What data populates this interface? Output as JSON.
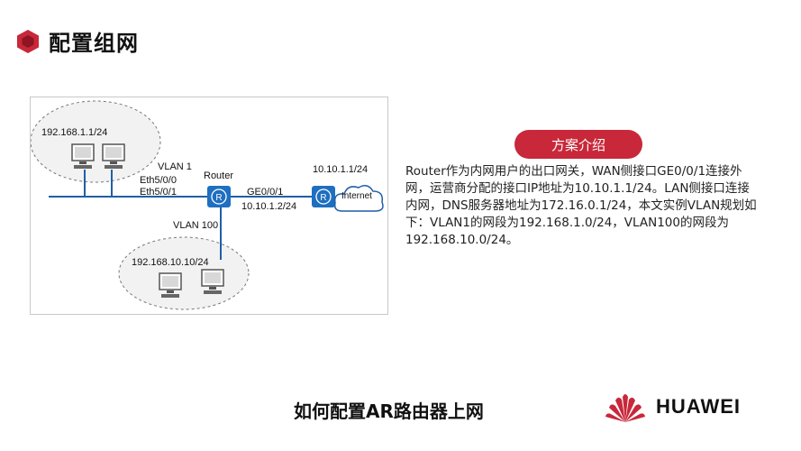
{
  "header": {
    "title": "配置组网"
  },
  "diagram": {
    "lan1_subnet": "192.168.1.1/24",
    "vlan1": "VLAN 1",
    "eth0": "Eth5/0/0",
    "eth1": "Eth5/0/1",
    "router_label": "Router",
    "ge_label": "GE0/0/1",
    "ge_ip": "10.10.1.2/24",
    "wan_ip": "10.10.1.1/24",
    "internet_label": "Internet",
    "vlan100": "VLAN 100",
    "lan100_subnet": "192.168.10.10/24",
    "router_glyph": "R"
  },
  "panel": {
    "badge": "方案介绍",
    "description": "Router作为内网用户的出口网关，WAN侧接口GE0/0/1连接外网，运营商分配的接口IP地址为10.10.1.1/24。LAN侧接口连接内网，DNS服务器地址为172.16.0.1/24，本文实例VLAN规划如下：VLAN1的网段为192.168.1.0/24，VLAN100的网段为192.168.10.0/24。"
  },
  "subtitle": "如何配置AR路由器上网",
  "brand": {
    "name": "HUAWEI",
    "color": "#c8283a"
  },
  "colors": {
    "accent": "#c8283a",
    "link": "#1f5fa8",
    "router": "#1e6fc0"
  }
}
